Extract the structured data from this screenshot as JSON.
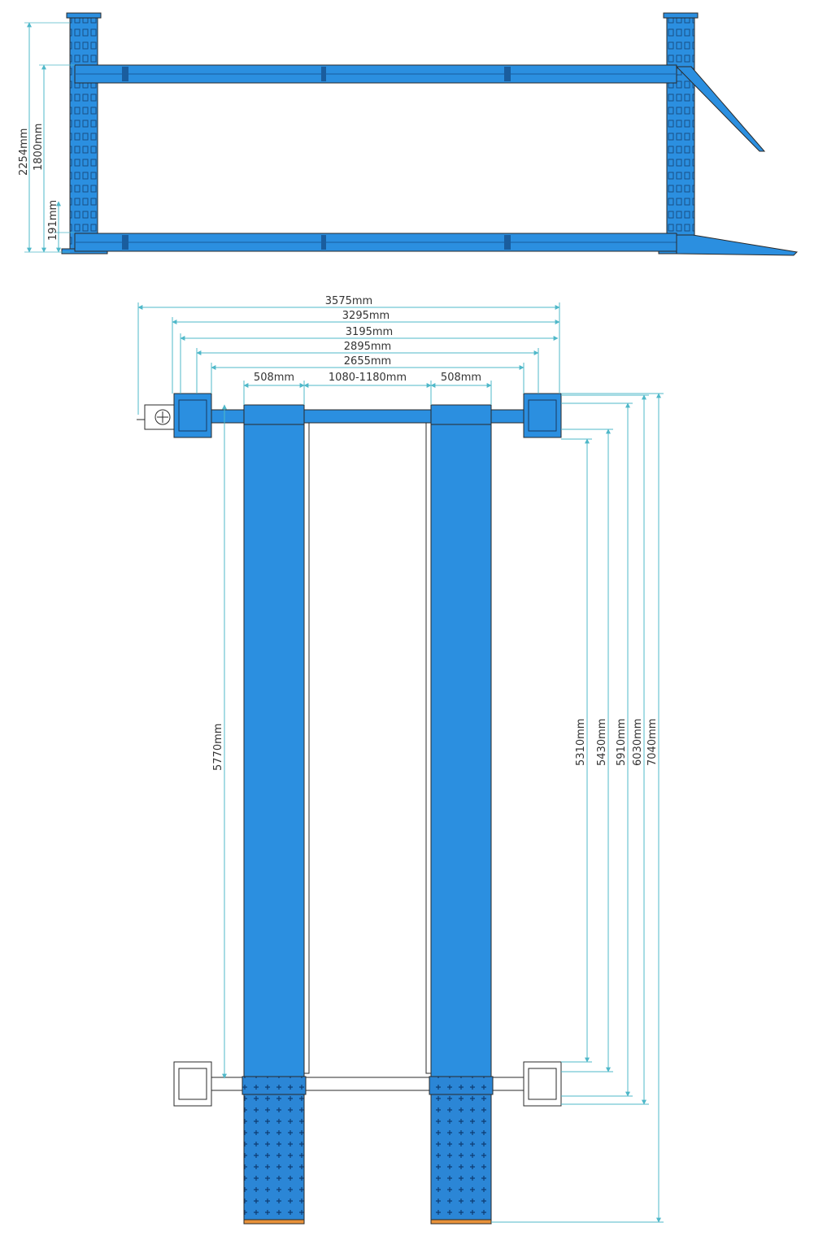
{
  "colors": {
    "structure": "#2b8fe0",
    "structure_dark": "#1a5d9e",
    "dimension_line": "#4fb8c9",
    "outline": "#2a2a2a",
    "runway_perforated": "#2b86d6",
    "ramp_edge": "#e8923a",
    "text": "#333333"
  },
  "side_view": {
    "height_total": "2254mm",
    "height_deck": "1800mm",
    "height_min": "191mm"
  },
  "top_view": {
    "width_overall": "3575mm",
    "width_posts_outer": "3295mm",
    "width_posts_inner": "3195mm",
    "width_crossbeam": "2895mm",
    "width_between_posts": "2655mm",
    "runway_width_left": "508mm",
    "runway_gap": "1080-1180mm",
    "runway_width_right": "508mm",
    "runway_length": "5770mm",
    "length_posts_inner": "5310mm",
    "length_posts_mid": "5430mm",
    "length_posts_outer": "5910mm",
    "length_posts_overall": "6030mm",
    "length_total_with_ramps": "7040mm"
  }
}
